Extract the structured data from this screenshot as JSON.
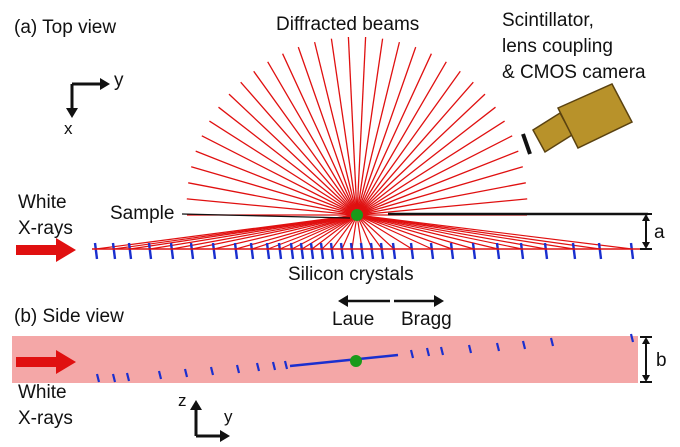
{
  "panel_a": {
    "title": "(a) Top view",
    "axis_y": "y",
    "axis_x": "x",
    "diffracted_label": "Diffracted beams",
    "camera_label_line1": "Scintillator,",
    "camera_label_line2": "lens coupling",
    "camera_label_line3": "& CMOS camera",
    "white_line1": "White",
    "white_line2": "X-rays",
    "sample_label": "Sample",
    "dimension_label": "a",
    "silicon_label": "Silicon crystals",
    "laue_label": "Laue",
    "bragg_label": "Bragg"
  },
  "panel_b": {
    "title": "(b) Side view",
    "white_line1": "White",
    "white_line2": "X-rays",
    "dimension_label": "b",
    "axis_z": "z",
    "axis_y": "y"
  },
  "colors": {
    "beam": "#e01010",
    "crystal": "#1a2fcf",
    "sample": "#1a9a1a",
    "camera": "#b8922a",
    "band": "#f4a7a7"
  }
}
